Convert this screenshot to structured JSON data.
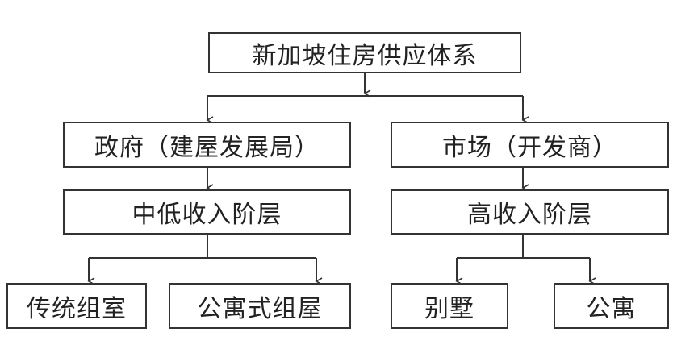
{
  "diagram": {
    "root": "新加坡住房供应体系",
    "left": {
      "provider": "政府（建屋发展局）",
      "segment": "中低收入阶层",
      "children": [
        "传统组室",
        "公寓式组屋"
      ]
    },
    "right": {
      "provider": "市场（开发商）",
      "segment": "高收入阶层",
      "children": [
        "别墅",
        "公寓"
      ]
    }
  },
  "colors": {
    "border": "#333333",
    "text": "#222222",
    "background": "#ffffff"
  }
}
